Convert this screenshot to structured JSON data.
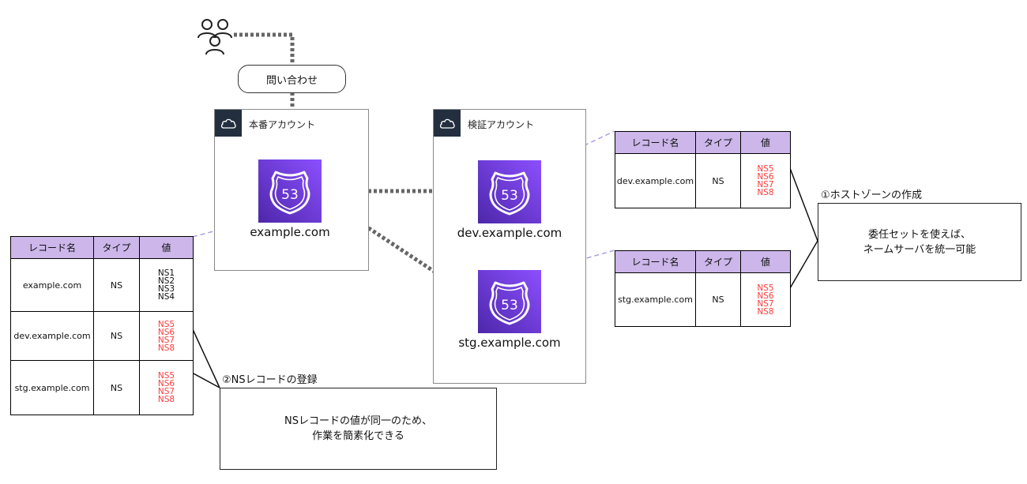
{
  "query_label": "問い合わせ",
  "accounts": {
    "prod": {
      "label": "本番アカウント"
    },
    "verify": {
      "label": "検証アカウント"
    }
  },
  "route53_badge": "53",
  "zones": {
    "example": "example.com",
    "dev": "dev.example.com",
    "stg": "stg.example.com"
  },
  "table_headers": {
    "name": "レコード名",
    "type": "タイプ",
    "value": "値"
  },
  "main_table": {
    "rows": [
      {
        "name": "example.com",
        "type": "NS",
        "values": [
          "NS1",
          "NS2",
          "NS3",
          "NS4"
        ]
      },
      {
        "name": "dev.example.com",
        "type": "NS",
        "values": [
          "NS5",
          "NS6",
          "NS7",
          "NS8"
        ]
      },
      {
        "name": "stg.example.com",
        "type": "NS",
        "values": [
          "NS5",
          "NS6",
          "NS7",
          "NS8"
        ]
      }
    ]
  },
  "dev_table": {
    "rows": [
      {
        "name": "dev.example.com",
        "type": "NS",
        "values": [
          "NS5",
          "NS6",
          "NS7",
          "NS8"
        ]
      }
    ]
  },
  "stg_table": {
    "rows": [
      {
        "name": "stg.example.com",
        "type": "NS",
        "values": [
          "NS5",
          "NS6",
          "NS7",
          "NS8"
        ]
      }
    ]
  },
  "note1": {
    "title": "①ホストゾーンの作成",
    "lines": [
      "委任セットを使えば、",
      "ネームサーバを統一可能"
    ]
  },
  "note2": {
    "title": "②NSレコードの登録",
    "lines": [
      "NSレコードの値が同一のため、",
      "作業を簡素化できる"
    ]
  },
  "colors": {
    "route53_a": "#4d27aa",
    "route53_b": "#8c4fff",
    "header_bg": "#ccb6ea",
    "ns_red": "#ff3b3b",
    "account_icon": "#232f3e"
  }
}
